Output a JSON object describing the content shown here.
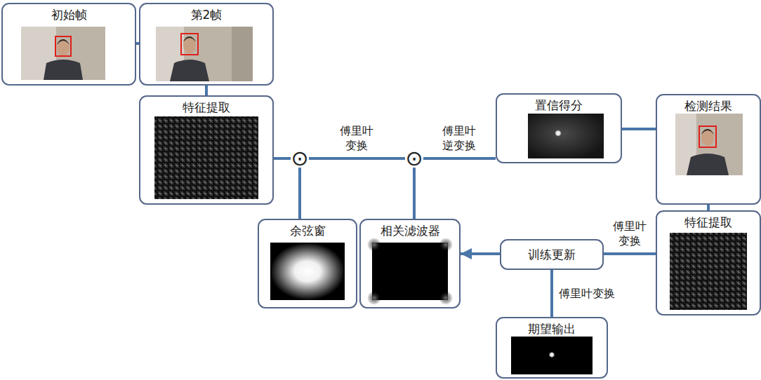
{
  "diagram": {
    "nodes": [
      {
        "text": [
          "初始帧"
        ]
      },
      {
        "text": [
          "第2帧"
        ]
      },
      {
        "text": [
          "特征提取"
        ]
      },
      {
        "text": [
          "⊙"
        ]
      },
      {
        "text": [
          "⊙"
        ]
      },
      {
        "text": [
          "置信得分"
        ]
      },
      {
        "text": [
          "检测结果"
        ]
      },
      {
        "text": [
          "余弦窗"
        ]
      },
      {
        "text": [
          "相关滤波器"
        ]
      },
      {
        "text": [
          "训练更新"
        ]
      },
      {
        "text": [
          "特征提取"
        ]
      },
      {
        "text": [
          "期望输出"
        ]
      }
    ],
    "edges": [
      {
        "from": 0,
        "to": 1,
        "arrow": "none"
      },
      {
        "from": 1,
        "to": 2,
        "arrow": "none"
      },
      {
        "from": 2,
        "to": 3,
        "arrow": "none"
      },
      {
        "from": 3,
        "to": 4,
        "label": "傅里叶 变换",
        "arrow": "none"
      },
      {
        "from": 4,
        "to": 5,
        "label": "傅里叶 逆变换",
        "arrow": "none"
      },
      {
        "from": 5,
        "to": 6,
        "arrow": "none"
      },
      {
        "from": 6,
        "to": 10,
        "arrow": "none"
      },
      {
        "from": 10,
        "to": 9,
        "label": "傅里叶 变换",
        "arrow": "none"
      },
      {
        "from": 9,
        "to": 8,
        "arrow": "to"
      },
      {
        "from": 11,
        "to": 9,
        "label": "傅里叶变换",
        "arrow": "none"
      },
      {
        "from": 7,
        "to": 3,
        "arrow": "none"
      },
      {
        "from": 8,
        "to": 4,
        "arrow": "none"
      }
    ]
  }
}
